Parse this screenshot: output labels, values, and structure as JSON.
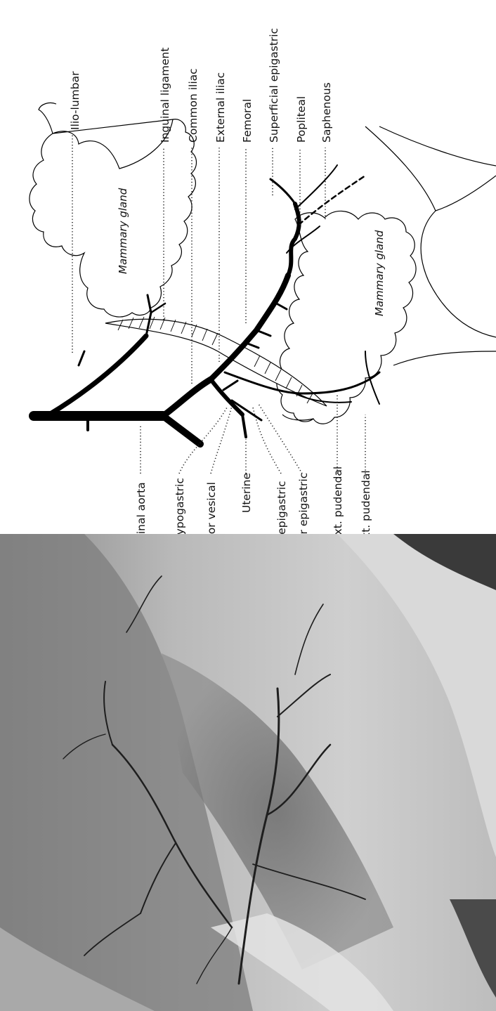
{
  "diagram": {
    "labels_right": [
      "Ilio-lumbar",
      "Inguinal ligament",
      "Common iliac",
      "External iliac",
      "Femoral",
      "Superficial epigastric",
      "Popliteal",
      "Saphenous"
    ],
    "labels_left": [
      "Abdominal aorta",
      "Hypogastric",
      "Superior vesical",
      "Uterine",
      "Pudic-epigastric",
      "Inferior epigastric",
      "Sup. ext. pudendal",
      "Deep ext. pudendal"
    ],
    "gland_labels": [
      "Mammary gland",
      "Mammary gland"
    ]
  }
}
